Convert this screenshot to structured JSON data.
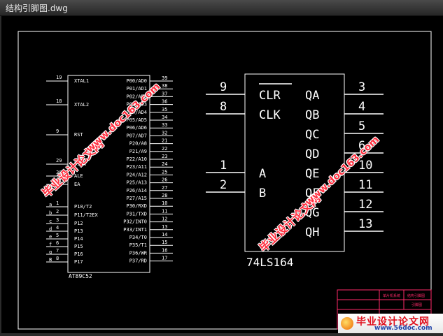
{
  "window": {
    "title": "结构引脚图.dwg"
  },
  "mcu": {
    "part": "AT89C52",
    "left_pins": [
      {
        "num": "19",
        "name": "XTAL1"
      },
      {
        "num": "18",
        "name": "XTAL2"
      },
      {
        "num": "9",
        "name": "RST"
      },
      {
        "num": "29",
        "name": "PSEN"
      },
      {
        "num": "30",
        "name": "ALE"
      },
      {
        "num": "31",
        "name": "EA"
      },
      {
        "num": "1",
        "name": "P10/T2"
      },
      {
        "num": "2",
        "name": "P11/T2EX"
      },
      {
        "num": "3",
        "name": "P12"
      },
      {
        "num": "4",
        "name": "P13"
      },
      {
        "num": "5",
        "name": "P14"
      },
      {
        "num": "6",
        "name": "P15"
      },
      {
        "num": "7",
        "name": "P16"
      },
      {
        "num": "8",
        "name": "P17"
      }
    ],
    "left_labels": [
      "a",
      "b",
      "c",
      "d",
      "e",
      "f",
      "g",
      "B"
    ],
    "right_pins": [
      {
        "num": "39",
        "name": "P00/AD0"
      },
      {
        "num": "38",
        "name": "P01/AD1"
      },
      {
        "num": "37",
        "name": "P02/AD2"
      },
      {
        "num": "36",
        "name": "P03/AD3"
      },
      {
        "num": "35",
        "name": "P04/AD4"
      },
      {
        "num": "34",
        "name": "P05/AD5"
      },
      {
        "num": "33",
        "name": "P06/AD6"
      },
      {
        "num": "32",
        "name": "P07/AD7"
      },
      {
        "num": "21",
        "name": "P20/A8"
      },
      {
        "num": "22",
        "name": "P21/A9"
      },
      {
        "num": "23",
        "name": "P22/A10"
      },
      {
        "num": "24",
        "name": "P23/A11"
      },
      {
        "num": "25",
        "name": "P24/A12"
      },
      {
        "num": "26",
        "name": "P25/A13"
      },
      {
        "num": "27",
        "name": "P26/A14"
      },
      {
        "num": "28",
        "name": "P27/A15"
      },
      {
        "num": "10",
        "name": "P30/RXD"
      },
      {
        "num": "11",
        "name": "P31/TXD"
      },
      {
        "num": "12",
        "name": "P32/INT0"
      },
      {
        "num": "13",
        "name": "P33/INT1"
      },
      {
        "num": "14",
        "name": "P34/T0"
      },
      {
        "num": "15",
        "name": "P35/T1"
      },
      {
        "num": "16",
        "name": "P36/WR"
      },
      {
        "num": "17",
        "name": "P37/RD"
      }
    ]
  },
  "shift_register": {
    "part": "74LS164",
    "inputs": [
      {
        "num": "9",
        "name": "CLR"
      },
      {
        "num": "8",
        "name": "CLK"
      },
      {
        "num": "1",
        "name": "A"
      },
      {
        "num": "2",
        "name": "B"
      }
    ],
    "outputs": [
      {
        "num": "3",
        "name": "QA"
      },
      {
        "num": "4",
        "name": "QB"
      },
      {
        "num": "5",
        "name": "QC"
      },
      {
        "num": "6",
        "name": "QD"
      },
      {
        "num": "10",
        "name": "QE"
      },
      {
        "num": "11",
        "name": "QF"
      },
      {
        "num": "12",
        "name": "QG"
      },
      {
        "num": "13",
        "name": "QH"
      }
    ]
  },
  "watermarks": [
    {
      "text": "毕业设计论文网"
    },
    {
      "text": "www.doc163.com"
    }
  ],
  "title_block": {
    "cells": [
      "单片机系统",
      "引脚图",
      "结构引脚图"
    ]
  },
  "brand": {
    "name": "毕业设计论文网",
    "url": "www.56doc.com"
  },
  "colors": {
    "background": "#000000",
    "lines": "#ffffff",
    "border": "#ffffff",
    "watermark": "#ff3040",
    "title_block": "#ff2a6a"
  }
}
